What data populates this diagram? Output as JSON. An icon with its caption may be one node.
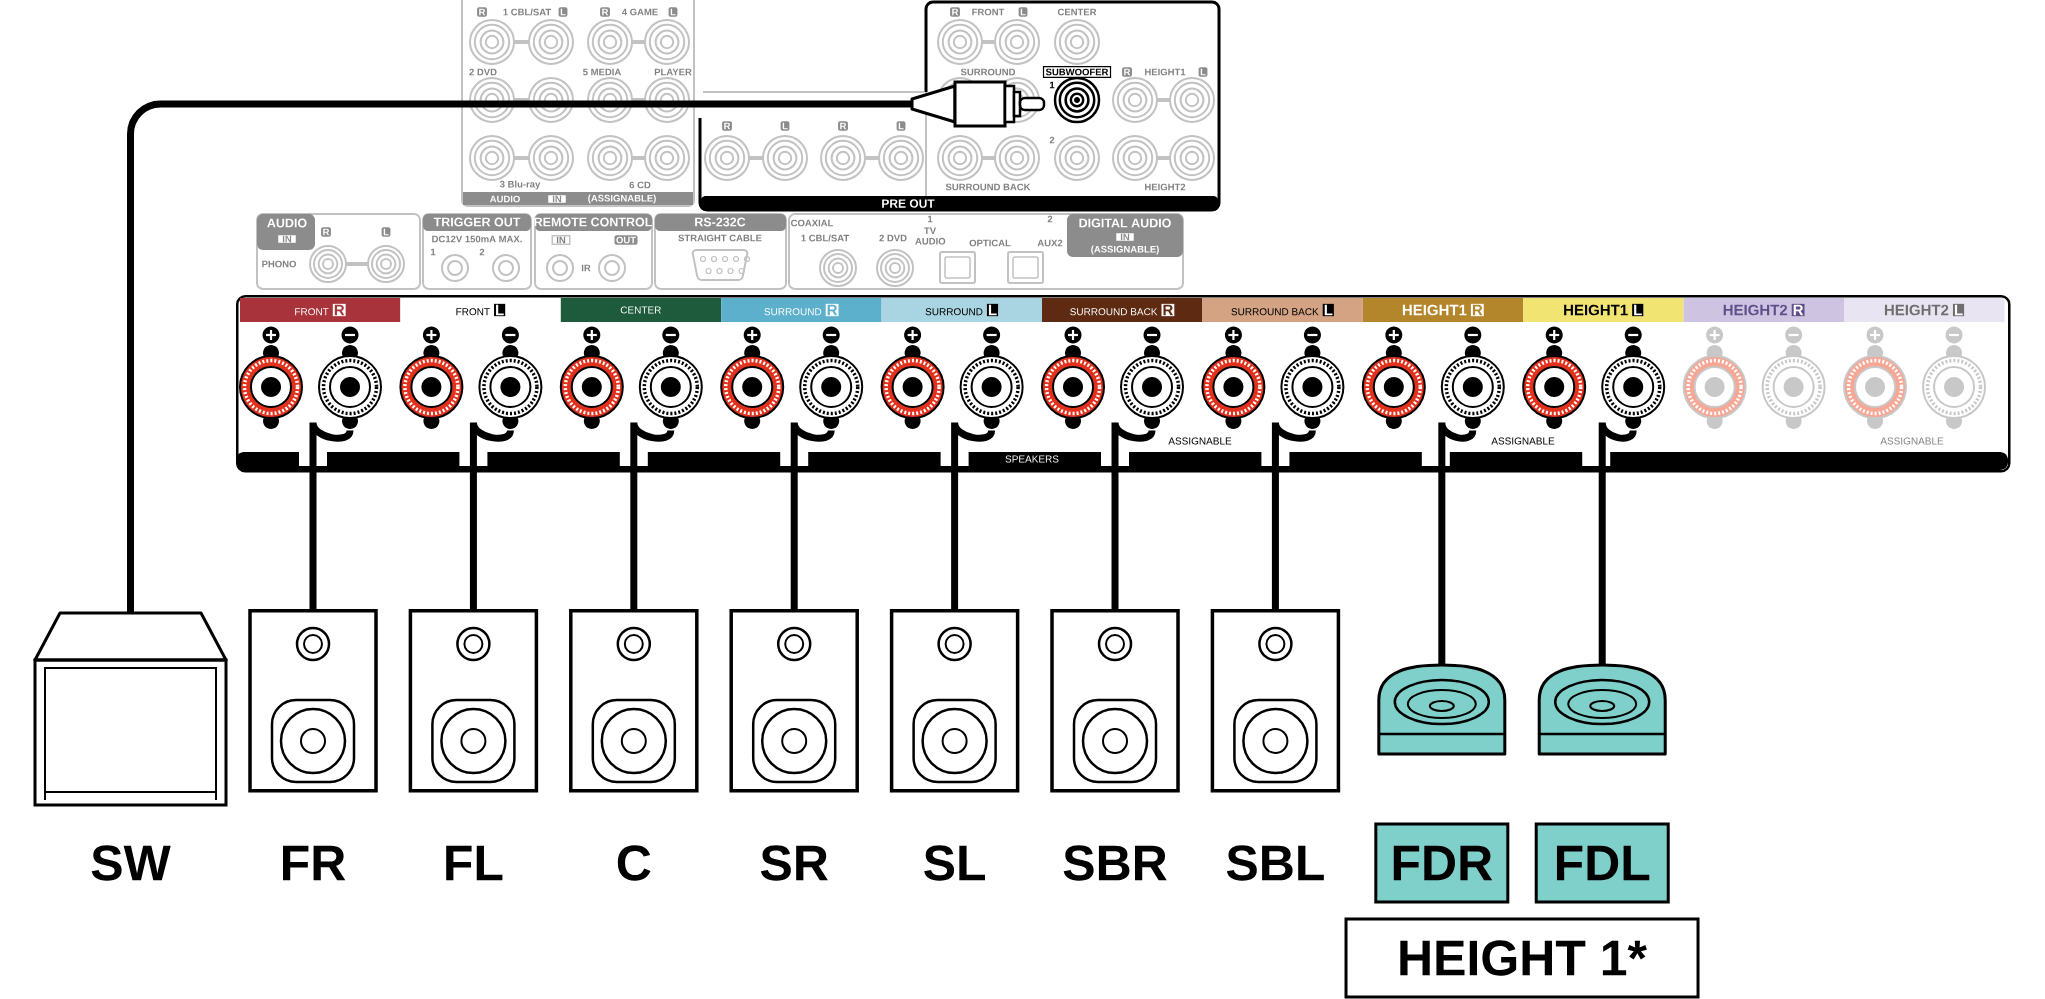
{
  "diagram": {
    "nodes": [
      {
        "text": [
          "PRE OUT"
        ]
      },
      {
        "text": [
          "SUBWOOFER"
        ],
        "in": 0
      },
      {
        "text": [
          "SPEAKERS"
        ]
      },
      {
        "text": [
          "FRONT",
          "R"
        ],
        "in": 2
      },
      {
        "text": [
          "FRONT",
          "L"
        ],
        "in": 2
      },
      {
        "text": [
          "CENTER"
        ],
        "in": 2
      },
      {
        "text": [
          "SURROUND",
          "R"
        ],
        "in": 2
      },
      {
        "text": [
          "SURROUND",
          "L"
        ],
        "in": 2
      },
      {
        "text": [
          "SURROUND BACK",
          "R"
        ],
        "in": 2
      },
      {
        "text": [
          "SURROUND BACK",
          "L"
        ],
        "in": 2
      },
      {
        "text": [
          "HEIGHT1",
          "R"
        ],
        "in": 2
      },
      {
        "text": [
          "HEIGHT1",
          "L"
        ],
        "in": 2
      },
      {
        "text": [
          "HEIGHT2",
          "R"
        ],
        "in": 2
      },
      {
        "text": [
          "HEIGHT2",
          "L"
        ],
        "in": 2
      },
      {
        "text": [],
        "shape": "picture",
        "beside": [
          "SW"
        ]
      },
      {
        "text": [],
        "shape": "picture",
        "beside": [
          "FR"
        ]
      },
      {
        "text": [],
        "shape": "picture",
        "beside": [
          "FL"
        ]
      },
      {
        "text": [],
        "shape": "picture",
        "beside": [
          "C"
        ]
      },
      {
        "text": [],
        "shape": "picture",
        "beside": [
          "SR"
        ]
      },
      {
        "text": [],
        "shape": "picture",
        "beside": [
          "SL"
        ]
      },
      {
        "text": [],
        "shape": "picture",
        "beside": [
          "SBR"
        ]
      },
      {
        "text": [],
        "shape": "picture",
        "beside": [
          "SBL"
        ]
      },
      {
        "text": [],
        "shape": "picture"
      },
      {
        "text": [],
        "shape": "picture"
      },
      {
        "text": [
          "FDR"
        ]
      },
      {
        "text": [
          "FDL"
        ]
      },
      {
        "text": [
          "HEIGHT 1*"
        ]
      }
    ],
    "edges": [
      {
        "from": 14,
        "to": 1,
        "arrow": "none"
      },
      {
        "from": 15,
        "to": 3,
        "arrow": "none"
      },
      {
        "from": 16,
        "to": 4,
        "arrow": "none"
      },
      {
        "from": 17,
        "to": 5,
        "arrow": "none"
      },
      {
        "from": 18,
        "to": 6,
        "arrow": "none"
      },
      {
        "from": 19,
        "to": 7,
        "arrow": "none"
      },
      {
        "from": 20,
        "to": 8,
        "arrow": "none"
      },
      {
        "from": 21,
        "to": 9,
        "arrow": "none"
      },
      {
        "from": 22,
        "to": 10,
        "arrow": "none"
      },
      {
        "from": 23,
        "to": 11,
        "arrow": "none"
      }
    ],
    "labels": [
      "R",
      "1 CBL/SAT",
      "L",
      "R",
      "4 GAME",
      "L",
      "R",
      "FRONT",
      "L",
      "CENTER",
      "2 DVD",
      "5 MEDIA",
      "PLAYER",
      "SURROUND",
      "R",
      "HEIGHT1",
      "L",
      "1",
      "R",
      "L",
      "R",
      "L",
      "2",
      "3 Blu-ray",
      "6 CD",
      "SURROUND BACK",
      "HEIGHT2",
      "AUDIO",
      "IN",
      "(ASSIGNABLE)",
      "AUDIO",
      "IN",
      "R",
      "L",
      "PHONO",
      "TRIGGER OUT",
      "DC12V 150mA MAX.",
      "1",
      "2",
      "REMOTE CONTROL",
      "IN",
      "OUT",
      "IR",
      "RS-232C",
      "STRAIGHT CABLE",
      "COAXIAL",
      "1 CBL/SAT",
      "2 DVD",
      "1",
      "TV AUDIO",
      "OPTICAL",
      "2",
      "AUX2",
      "DIGITAL AUDIO",
      "IN",
      "(ASSIGNABLE)",
      "ASSIGNABLE",
      "ASSIGNABLE",
      "ASSIGNABLE"
    ]
  }
}
